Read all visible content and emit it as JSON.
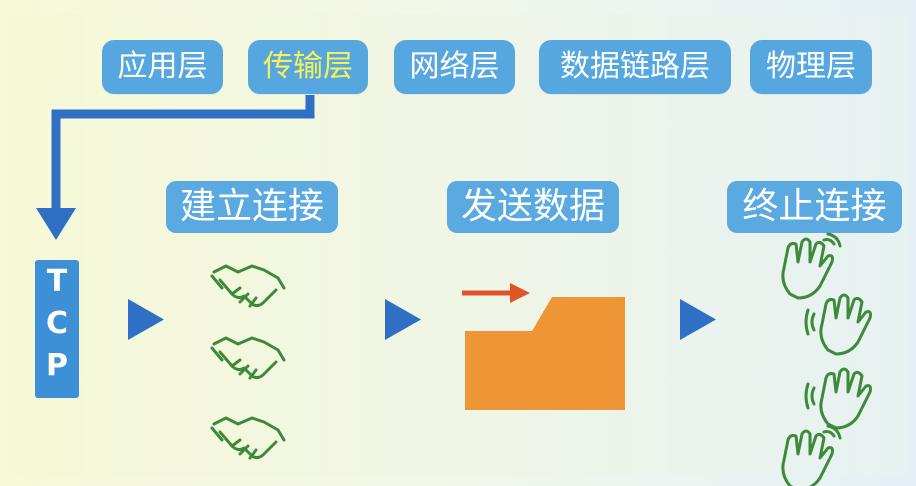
{
  "layers": [
    "应用层",
    "传输层",
    "网络层",
    "数据链路层",
    "物理层"
  ],
  "active_layer": "传输层",
  "protocol_letters": [
    "T",
    "C",
    "P"
  ],
  "stages": [
    "建立连接",
    "发送数据",
    "终止连接"
  ],
  "icons": {
    "connect": "handshake-icon",
    "send": "folder-icon",
    "terminate": "wave-hand-icon"
  },
  "colors": {
    "layer_bg": "#56a7df",
    "active_text": "#f6f05a",
    "arrow": "#2f70c4",
    "folder": "#ee9535",
    "send_arrow": "#e0542a",
    "icon_line": "#3f8a3a"
  }
}
